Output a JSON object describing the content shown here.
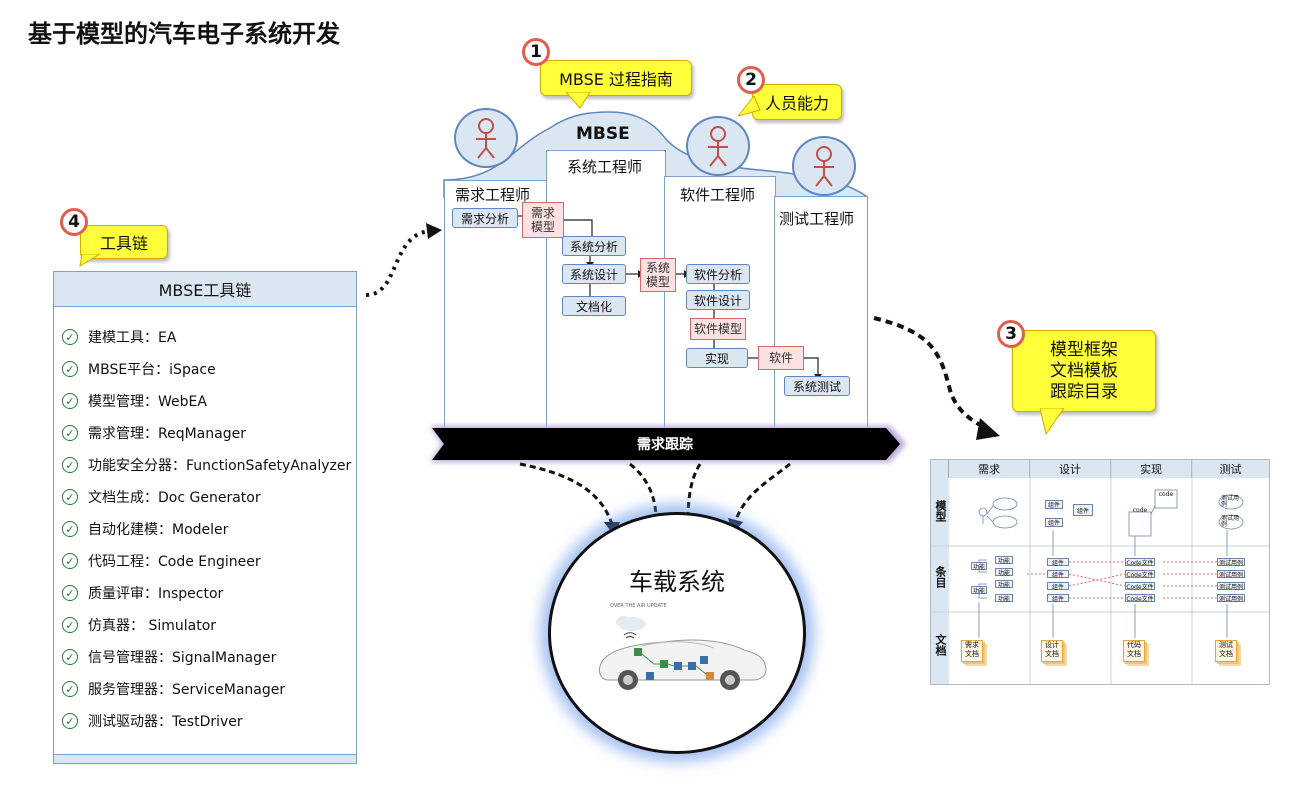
{
  "title": "基于模型的汽车电子系统开发",
  "callouts": {
    "c1": {
      "num": "1",
      "text": "MBSE 过程指南"
    },
    "c2": {
      "num": "2",
      "text": "人员能力"
    },
    "c3": {
      "num": "3",
      "lines": [
        "模型框架",
        "文档模板",
        "跟踪目录"
      ]
    },
    "c4": {
      "num": "4",
      "text": "工具链"
    }
  },
  "toolchain": {
    "header": "MBSE工具链",
    "items": [
      "建模工具：EA",
      "MBSE平台：iSpace",
      "模型管理：WebEA",
      "需求管理：ReqManager",
      "功能安全分器：FunctionSafetyAnalyzer",
      "文档生成：Doc Generator",
      "自动化建模：Modeler",
      "代码工程：Code Engineer",
      "质量评审：Inspector",
      "仿真器： Simulator",
      "信号管理器：SignalManager",
      "服务管理器：ServiceManager",
      "测试驱动器：TestDriver"
    ]
  },
  "mbse_label": "MBSE",
  "roles": {
    "req": "需求工程师",
    "sys": "系统工程师",
    "sw": "软件工程师",
    "test": "测试工程师"
  },
  "flow": {
    "req_analysis": "需求分析",
    "req_model": "需求\n模型",
    "sys_analysis": "系统分析",
    "sys_design": "系统设计",
    "doc": "文档化",
    "sys_model": "系统\n模型",
    "sw_analysis": "软件分析",
    "sw_design": "软件设计",
    "sw_model": "软件模型",
    "impl": "实现",
    "software": "软件",
    "sys_test": "系统测试"
  },
  "trace_bar": "需求跟踪",
  "car_system": "车载系统",
  "car_tiny_caption": "OVER THE AIR UPDATE",
  "table": {
    "cols": [
      "需求",
      "设计",
      "实现",
      "测试"
    ],
    "rows": [
      "模型",
      "条目",
      "文档"
    ],
    "model_labels": {
      "comp": "组件",
      "code": "code",
      "testcase": "测试用例"
    },
    "item_labels": {
      "func": "功能",
      "comp": "组件",
      "codefile": "Code文件",
      "testcase": "测试用例"
    },
    "docs": [
      "需求文档",
      "设计文档",
      "代码文档",
      "测试文档"
    ]
  },
  "colors": {
    "callout_fill": "#ffff3a",
    "number_ring": "#e35d4d",
    "box_fill": "#dbe6f3",
    "model_fill": "#fbe1e1",
    "trace_bar": "#000000",
    "glow": "#5a8ce6",
    "check": "#2d7d3a"
  },
  "icons": [
    "person-icon",
    "check-circle-icon",
    "cloud-icon",
    "wifi-icon",
    "car-icon",
    "dotted-arrow-icon"
  ]
}
